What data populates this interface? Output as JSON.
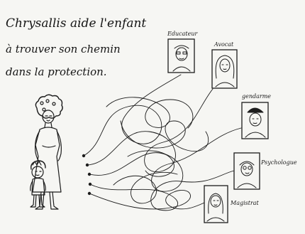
{
  "drawing": {
    "title_lines": [
      "Chrysallis aide l'enfant",
      "à trouver son chemin",
      "dans la protection."
    ],
    "professionals": [
      {
        "label": "Educateur",
        "icon": "educator-portrait-icon"
      },
      {
        "label": "Avocat",
        "icon": "lawyer-portrait-icon"
      },
      {
        "label": "gendarme",
        "icon": "gendarme-portrait-icon"
      },
      {
        "label": "Psychologue",
        "icon": "psychologist-portrait-icon"
      },
      {
        "label": "Magistrat",
        "icon": "magistrate-portrait-icon"
      }
    ],
    "colors": {
      "ink": "#1c1c1c",
      "paper": "#f6f6f3"
    }
  }
}
